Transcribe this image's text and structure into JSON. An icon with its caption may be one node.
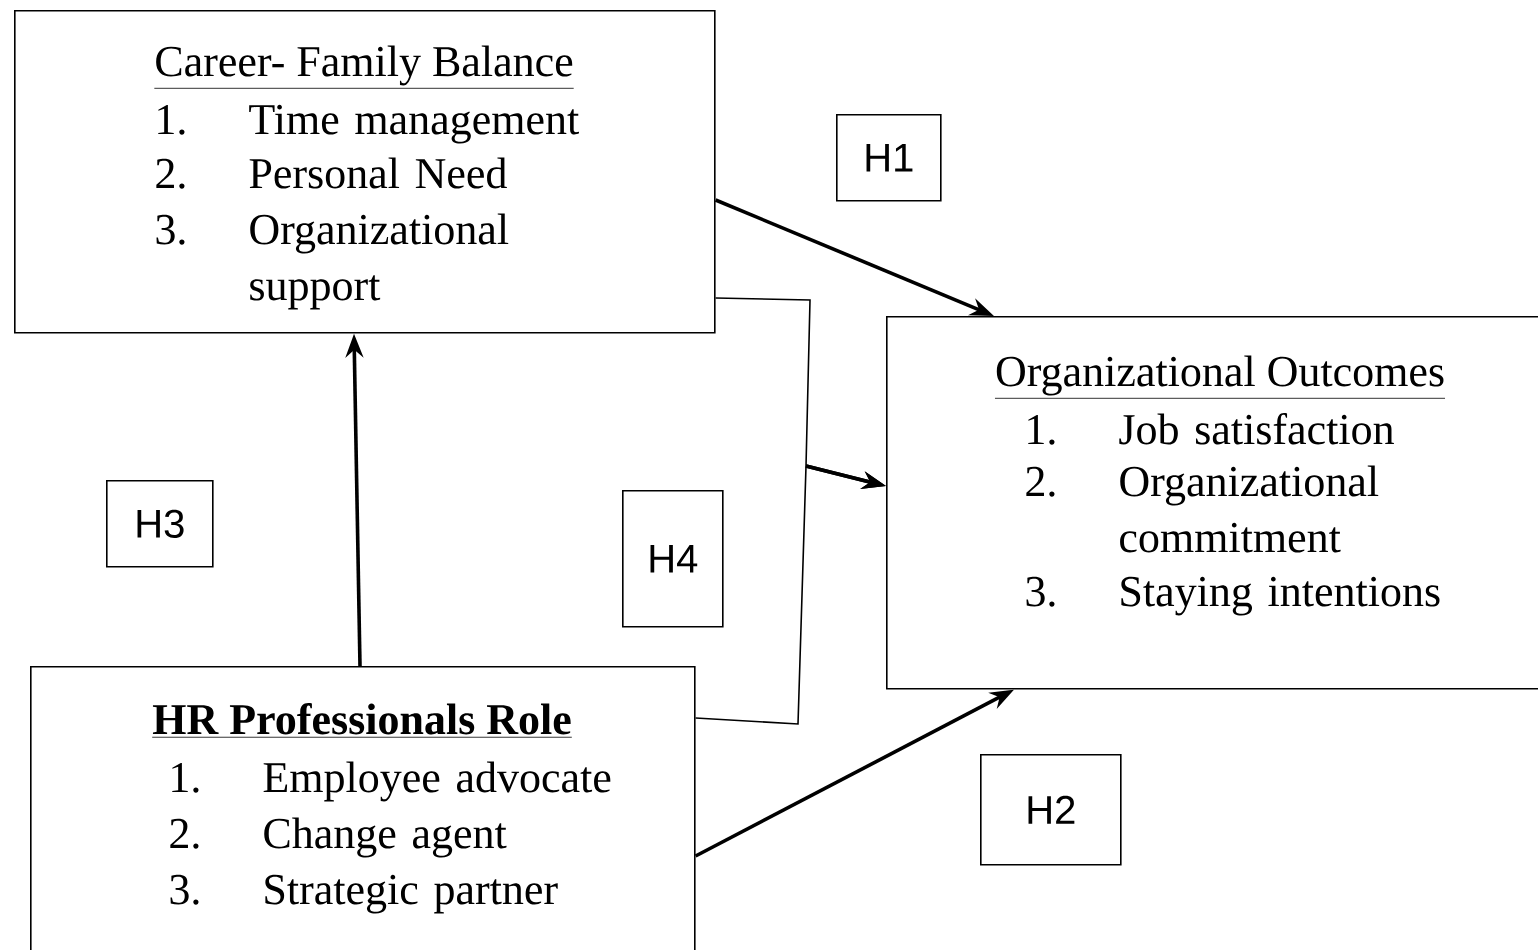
{
  "diagram": {
    "nodes": [
      {
        "text": [
          "Career- Family Balance",
          "1.",
          "Time management",
          "2.",
          "Personal Need",
          "3.",
          "Organizational support"
        ]
      },
      {
        "text": [
          "Organizational Outcomes",
          "1.",
          "Job satisfaction",
          "2.",
          "Organizational commitment",
          "3.",
          "Staying intentions"
        ]
      },
      {
        "text": [
          "HR Professionals Role",
          "1.",
          "Employee advocate",
          "2.",
          "Change agent",
          "3.",
          "Strategic partner"
        ]
      },
      {
        "text": [
          "H1"
        ]
      },
      {
        "text": [
          "H3"
        ]
      },
      {
        "text": [
          "H4"
        ]
      },
      {
        "text": [
          "H2"
        ]
      }
    ],
    "edges": [
      {
        "from": 0,
        "to": 1,
        "arrow": "to"
      },
      {
        "from": 2,
        "to": 0,
        "arrow": "to"
      },
      {
        "from": 2,
        "to": 1,
        "arrow": "to"
      },
      {
        "from": 0,
        "to": 1,
        "arrow": "to"
      },
      {
        "from": 2,
        "to": 1,
        "arrow": "to"
      }
    ]
  }
}
